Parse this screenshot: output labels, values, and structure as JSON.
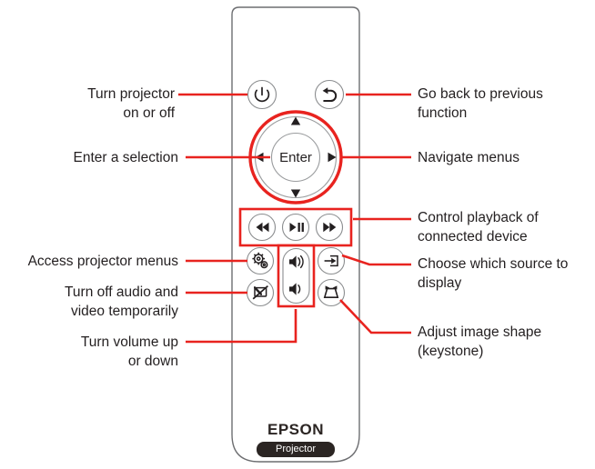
{
  "diagram": {
    "title": "Epson projector remote control callout diagram",
    "colors": {
      "leader": "#e8231f",
      "highlight": "#e8231f",
      "body_outline": "#6d6e71",
      "button_outline": "#808285",
      "icon": "#231f20",
      "text": "#231f20",
      "logo": "#2b2523",
      "background": "#ffffff"
    }
  },
  "device": {
    "brand": "EPSON",
    "sub_label": "Projector",
    "enter_label": "Enter"
  },
  "callouts": {
    "left": [
      {
        "id": "power",
        "text": "Turn projector\non or off",
        "icon": "power-icon"
      },
      {
        "id": "enter",
        "text": "Enter a selection",
        "icon": "enter-button"
      },
      {
        "id": "menu",
        "text": "Access projector menus",
        "icon": "gear-icon"
      },
      {
        "id": "av-mute",
        "text": "Turn off audio and\nvideo temporarily",
        "icon": "av-mute-icon"
      },
      {
        "id": "volume",
        "text": "Turn volume up\nor down",
        "icon": "volume-icon"
      }
    ],
    "right": [
      {
        "id": "back",
        "text": "Go back to previous\nfunction",
        "icon": "back-arrow-icon"
      },
      {
        "id": "navigate",
        "text": "Navigate menus",
        "icon": "arrow-pad"
      },
      {
        "id": "playback",
        "text": "Control playback of\nconnected device",
        "icon": "playback-row"
      },
      {
        "id": "source",
        "text": "Choose which source to\ndisplay",
        "icon": "source-icon"
      },
      {
        "id": "keystone",
        "text": "Adjust image shape\n(keystone)",
        "icon": "keystone-icon"
      }
    ]
  },
  "buttons": {
    "power": "power-icon",
    "back": "back-arrow-icon",
    "nav_up": "triangle-up-icon",
    "nav_down": "triangle-down-icon",
    "nav_left": "triangle-left-icon",
    "nav_right": "triangle-right-icon",
    "rewind": "rewind-icon",
    "play_pause": "play-pause-icon",
    "fast_forward": "fast-forward-icon",
    "menu": "gear-icon",
    "av_mute": "av-mute-icon",
    "volume_up": "volume-up-icon",
    "volume_down": "volume-down-icon",
    "source": "source-input-icon",
    "keystone": "keystone-trapezoid-icon"
  }
}
